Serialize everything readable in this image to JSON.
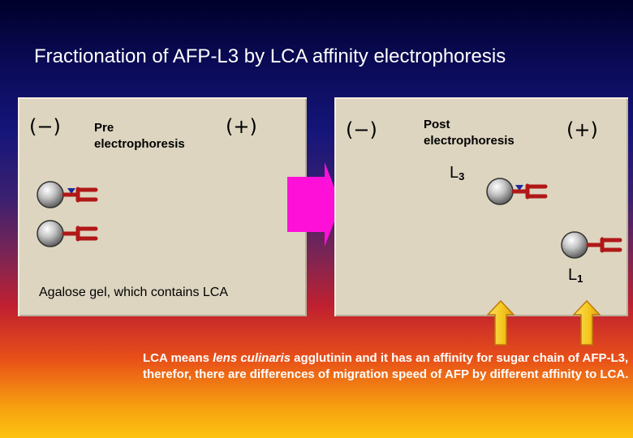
{
  "title": "Fractionation of AFP-L3 by LCA affinity electrophoresis",
  "left_panel": {
    "neg_electrode": "(−)",
    "pos_electrode": "(+)",
    "phase_line1": "Pre",
    "phase_line2": "electrophoresis",
    "gel_label": "Agalose gel, which contains LCA"
  },
  "right_panel": {
    "neg_electrode": "(−)",
    "pos_electrode": "(+)",
    "phase_line1": "Post",
    "phase_line2": "electrophoresis",
    "l3_main": "L",
    "l3_sub": "3",
    "l1_main": "L",
    "l1_sub": "1"
  },
  "note": {
    "prefix": "LCA means ",
    "italic": "lens culinaris",
    "suffix": " agglutinin and it has an affinity  for sugar chain of AFP-L3, therefor, there are differences of migration speed of AFP by different affinity to LCA."
  },
  "colors": {
    "process_arrow": "#ff10d8",
    "indicator_arrow": "#f5d020",
    "indicator_arrow_outline": "#c07808",
    "sugar_chain": "#b01818",
    "lca_mark": "#1a2a9a",
    "note_text": "#ffffff"
  },
  "icons": [
    "afp-molecule-icon",
    "sugar-chain-icon",
    "lca-mark-icon",
    "process-arrow-icon",
    "up-arrow-icon"
  ]
}
